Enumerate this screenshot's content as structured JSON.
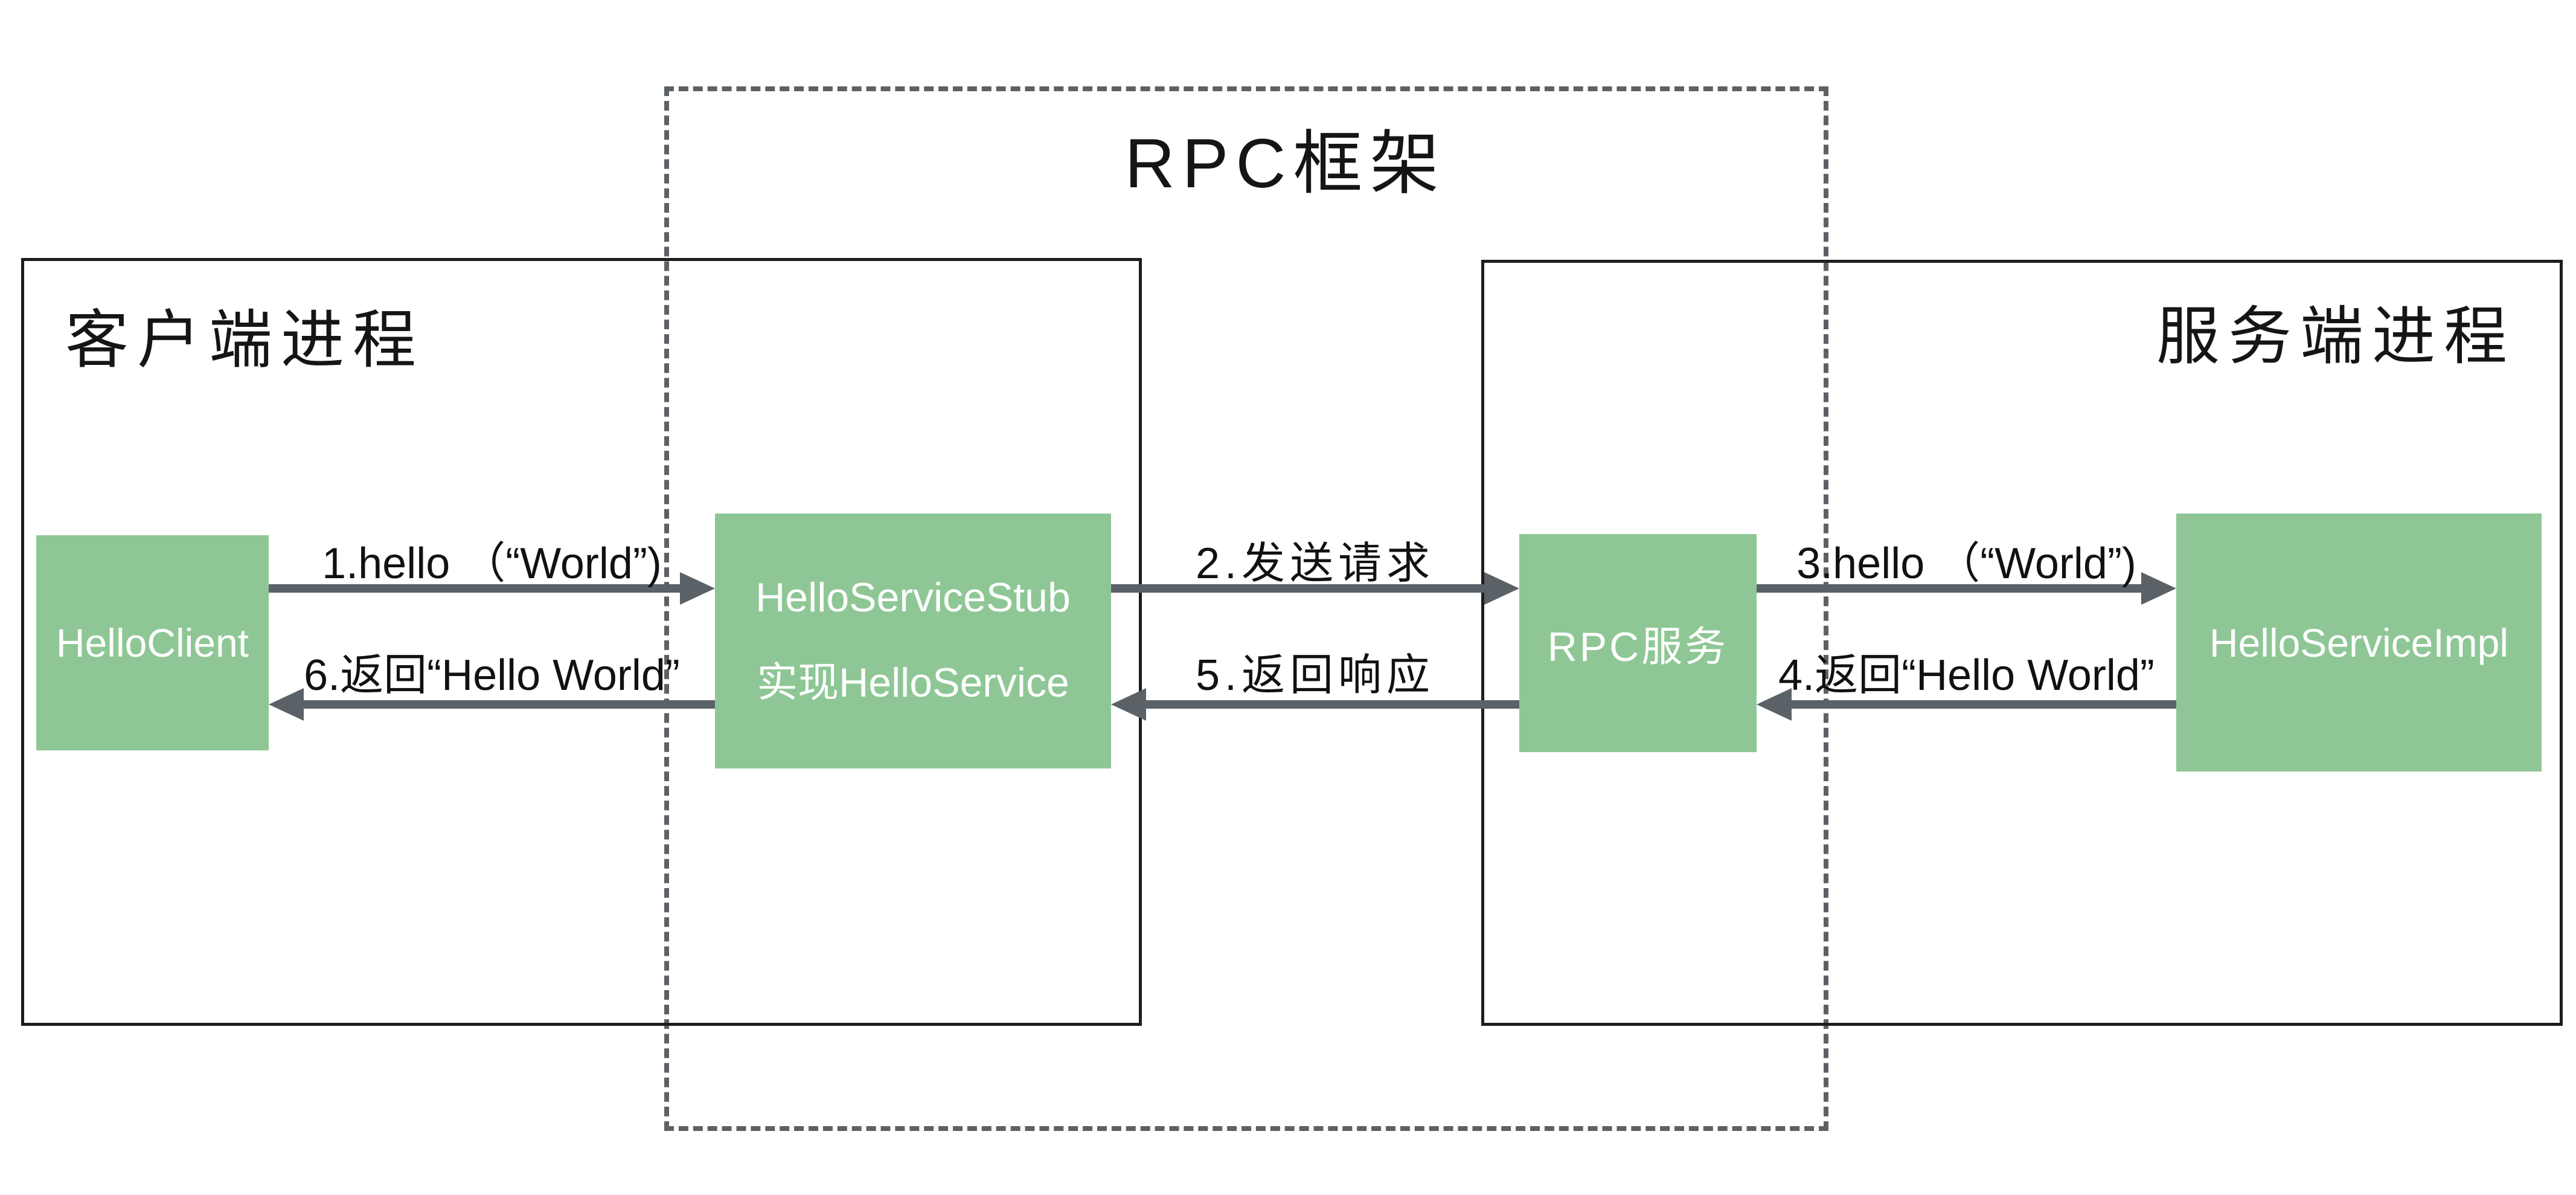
{
  "diagram": {
    "framework_label": "RPC框架",
    "client_process_label": "客户端进程",
    "server_process_label": "服务端进程",
    "nodes": {
      "hello_client": {
        "label": "HelloClient"
      },
      "hello_service_stub": {
        "line1": "HelloServiceStub",
        "line2": "实现HelloService"
      },
      "rpc_service": {
        "label": "RPC服务"
      },
      "hello_service_impl": {
        "label": "HelloServiceImpl"
      }
    },
    "arrows": {
      "step1": {
        "label": "1.hello （“World”)",
        "direction": "right"
      },
      "step2": {
        "label": "2.发送请求",
        "direction": "right"
      },
      "step3": {
        "label": "3.hello （“World”)",
        "direction": "right"
      },
      "step4": {
        "label": "4.返回“Hello World”",
        "direction": "left"
      },
      "step5": {
        "label": "5.返回响应",
        "direction": "left"
      },
      "step6": {
        "label": "6.返回“Hello World”",
        "direction": "left"
      }
    },
    "colors": {
      "node_fill": "#8ec795",
      "node_text": "#ffffff",
      "arrow": "#5a6167",
      "solid_border": "#1d1d1f",
      "dashed_border": "#5c6166",
      "text": "#151515",
      "background": "#ffffff"
    }
  }
}
